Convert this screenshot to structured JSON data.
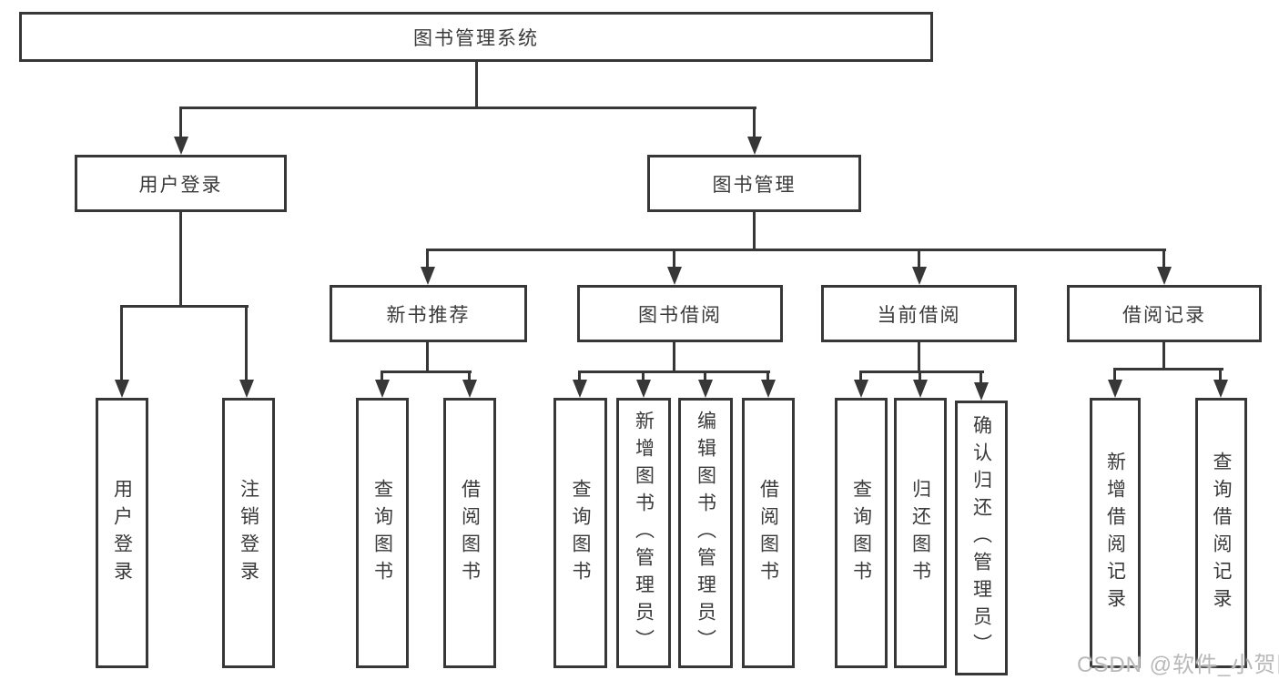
{
  "diagram": {
    "root": {
      "label": "图书管理系统"
    },
    "branches": [
      {
        "label": "用户登录",
        "children": [
          {
            "label": "用户登录"
          },
          {
            "label": "注销登录"
          }
        ]
      },
      {
        "label": "图书管理",
        "children": [
          {
            "label": "新书推荐",
            "children": [
              {
                "label": "查询图书"
              },
              {
                "label": "借阅图书"
              }
            ]
          },
          {
            "label": "图书借阅",
            "children": [
              {
                "label": "查询图书"
              },
              {
                "label": "新增图书（管理员）"
              },
              {
                "label": "编辑图书（管理员）"
              },
              {
                "label": "借阅图书"
              }
            ]
          },
          {
            "label": "当前借阅",
            "children": [
              {
                "label": "查询图书"
              },
              {
                "label": "归还图书"
              },
              {
                "label": "确认归还（管理员）"
              }
            ]
          },
          {
            "label": "借阅记录",
            "children": [
              {
                "label": "新增借阅记录"
              },
              {
                "label": "查询借阅记录"
              }
            ]
          }
        ]
      }
    ]
  },
  "watermark": {
    "text": "CSDN @软件_小贺同学"
  },
  "colors": {
    "line": "#373737",
    "box_border": "#373737",
    "text": "#3a3a3a",
    "background": "#ffffff",
    "watermark": "#b9b9b9"
  }
}
